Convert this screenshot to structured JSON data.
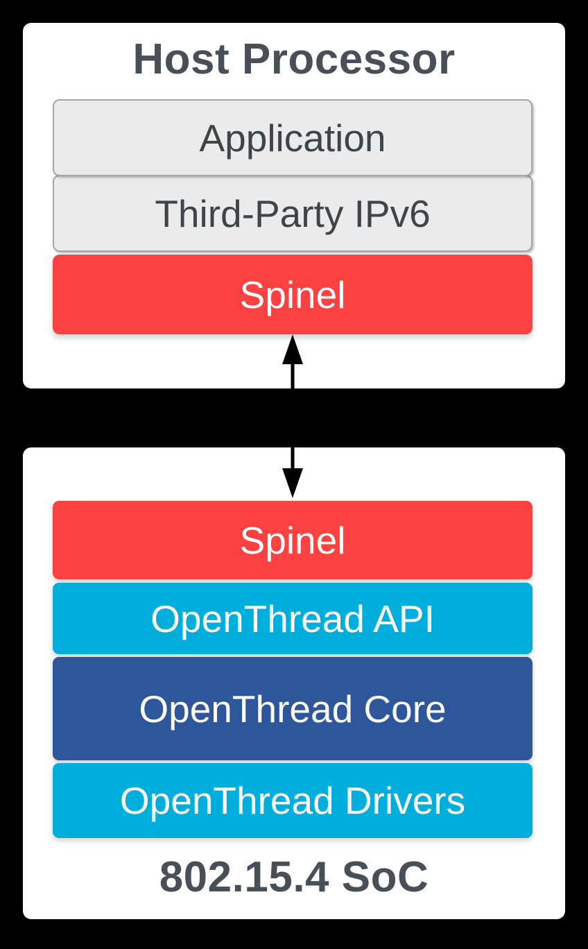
{
  "host_card": {
    "title": "Host Processor",
    "layers": {
      "application": "Application",
      "ipv6": "Third-Party IPv6",
      "spinel": "Spinel"
    }
  },
  "soc_card": {
    "title": "802.15.4 SoC",
    "layers": {
      "spinel": "Spinel",
      "api": "OpenThread API",
      "core": "OpenThread Core",
      "drivers": "OpenThread Drivers"
    }
  },
  "connector": {
    "icon": "bidirectional-arrow"
  },
  "colors": {
    "background": "#000000",
    "card": "#FFFFFF",
    "red": "#FC4141",
    "cyan": "#00AEDB",
    "blue": "#2E579B",
    "gray_fill": "#EBEBEB",
    "gray_border": "#A6A6A6",
    "gray_text": "#3F4448",
    "title_text": "#484F56",
    "arrow": "#000000"
  }
}
